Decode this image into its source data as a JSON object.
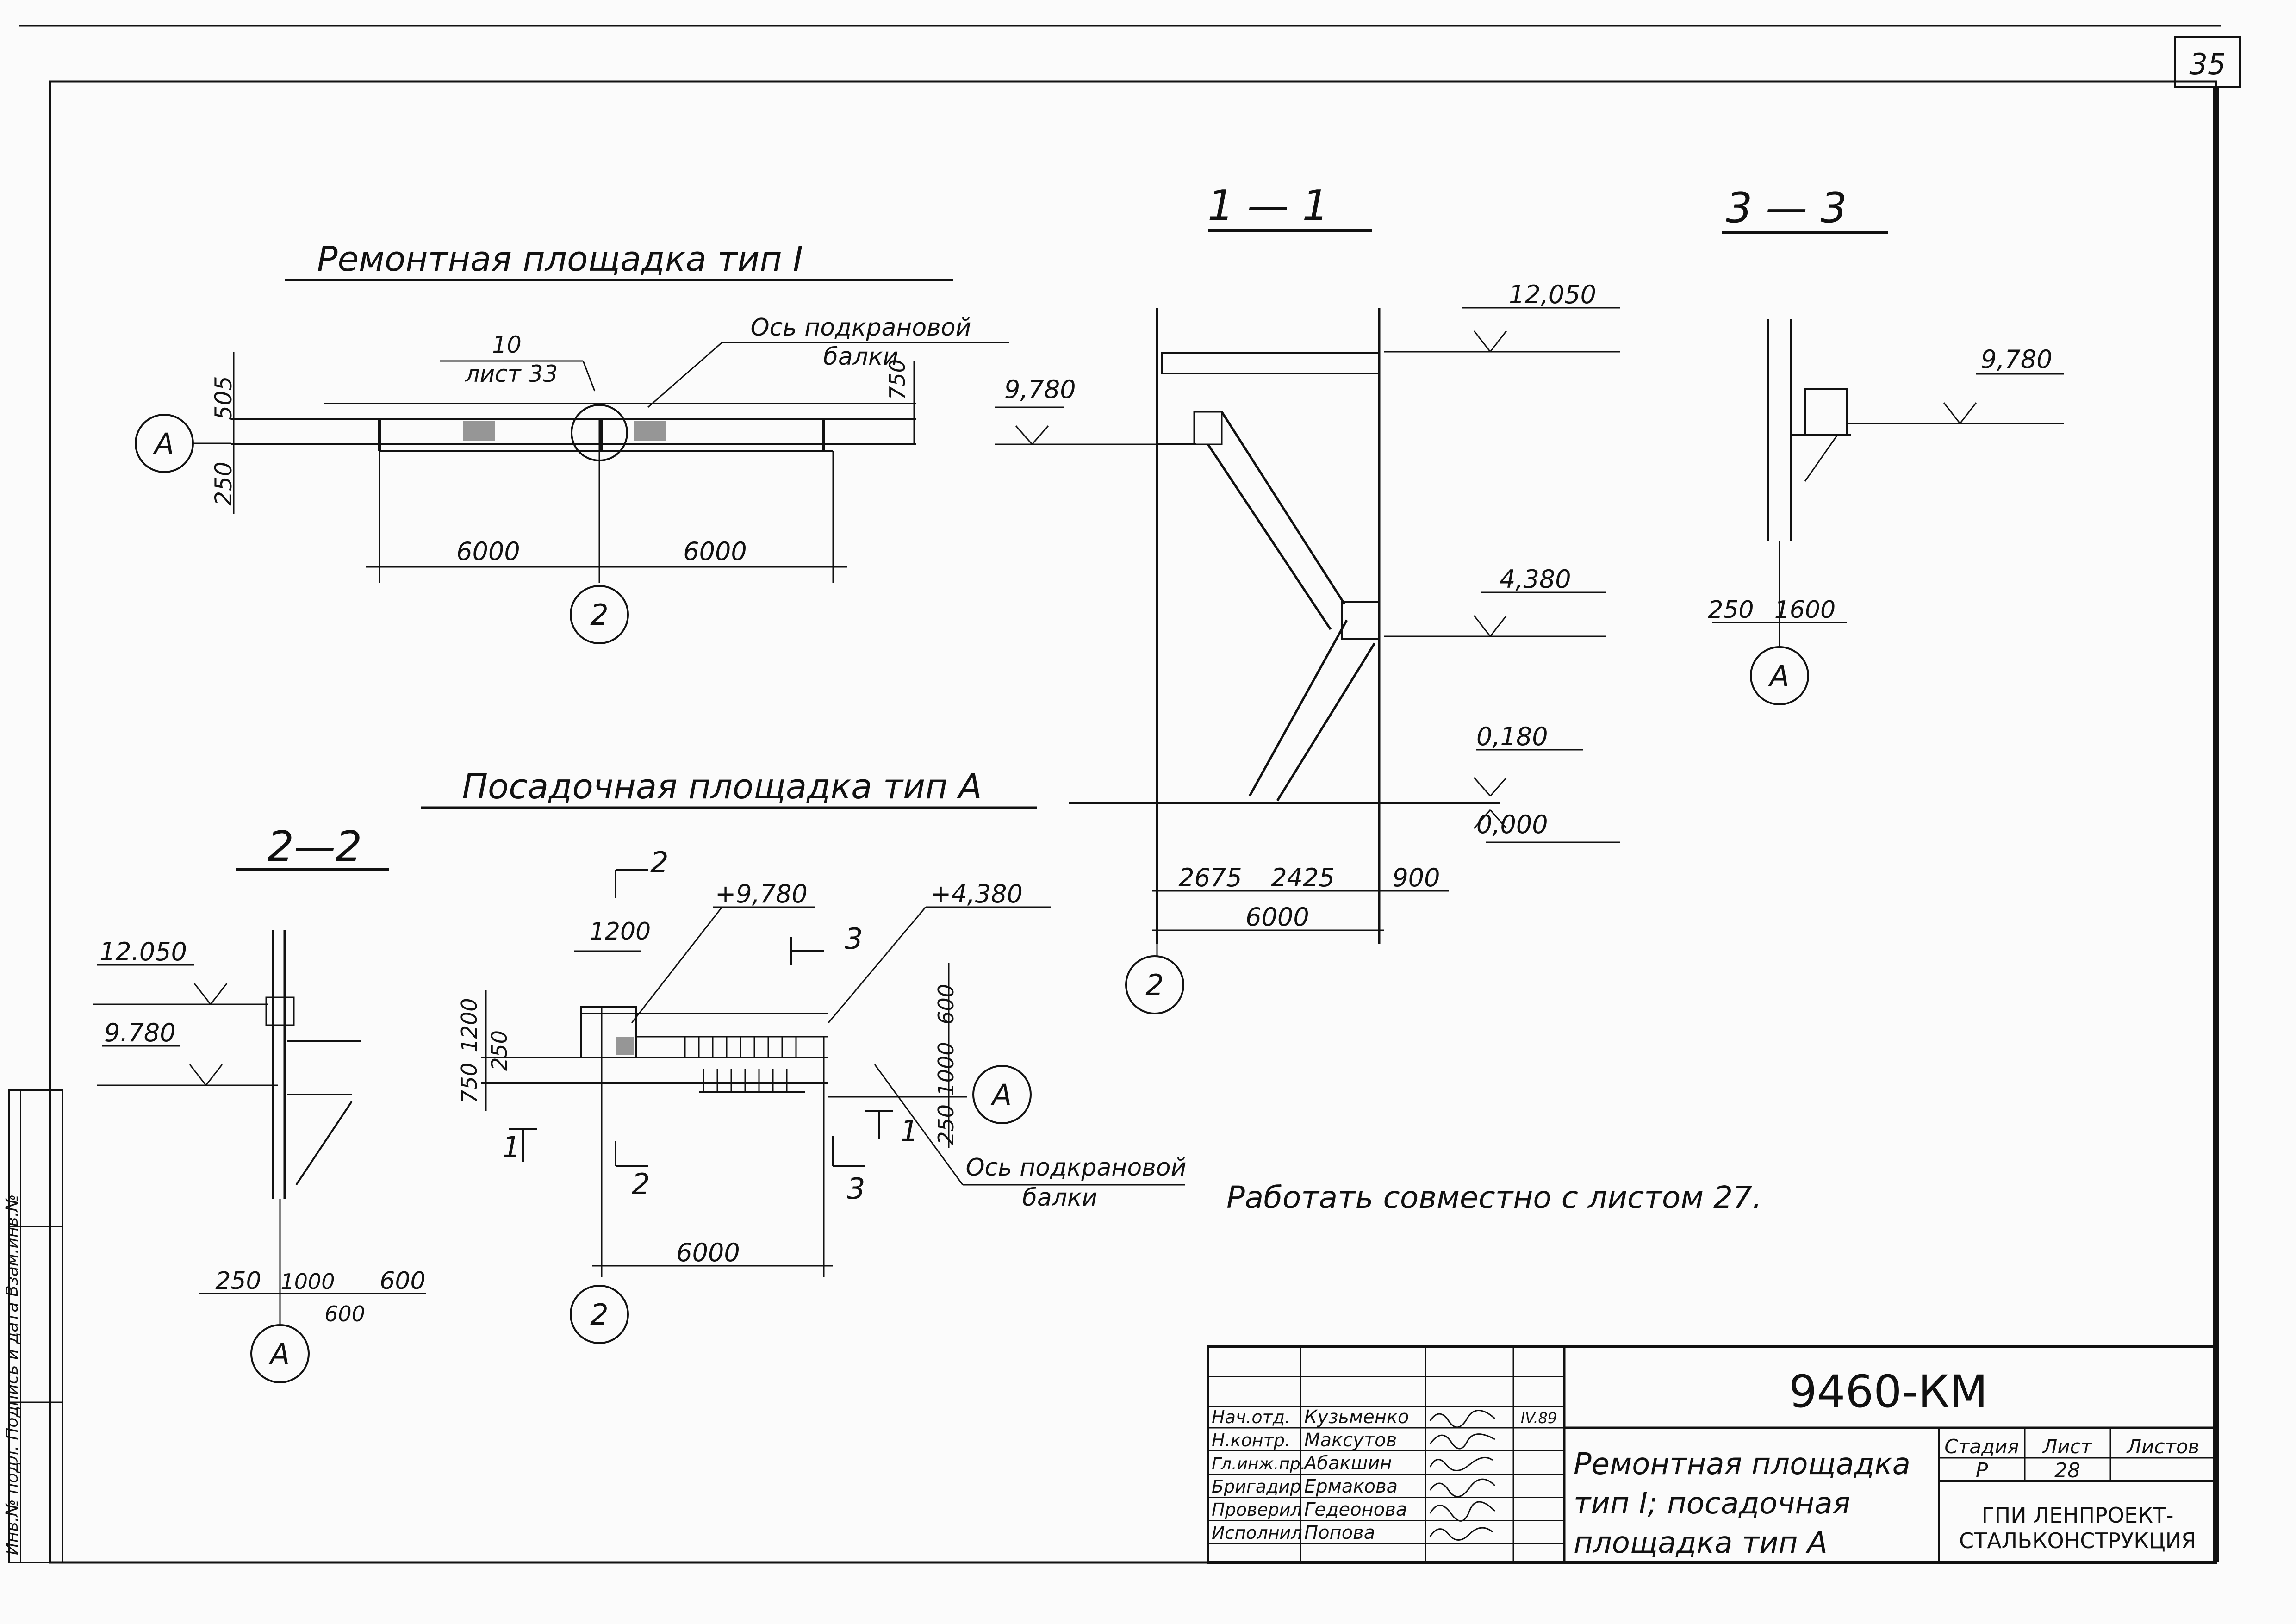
{
  "sheet_number_top": "35",
  "views": {
    "repair_platform": {
      "title": "Ремонтная площадка тип I",
      "ref_number": "10",
      "ref_sheet": "лист 33",
      "crane_beam_axis": [
        "Ось подкрановой",
        "балки"
      ],
      "dims": [
        "505",
        "250",
        "750",
        "6000",
        "6000"
      ],
      "axis_a": "A",
      "axis_2": "2"
    },
    "section_1_1": {
      "title": "1 — 1",
      "levels": [
        "12,050",
        "9,780",
        "4,380",
        "0,180",
        "0,000"
      ],
      "dims": [
        "2675",
        "2425",
        "900",
        "6000"
      ],
      "axis_2": "2"
    },
    "section_3_3": {
      "title": "3 — 3",
      "level": "9,780",
      "dims": [
        "250",
        "1600"
      ],
      "axis_a": "A"
    },
    "landing_platform": {
      "title": "Посадочная площадка тип А",
      "levels": [
        "+9,780",
        "+4,380"
      ],
      "dims_top": "1200",
      "dims_left": [
        "1200",
        "250",
        "750"
      ],
      "dims_right": [
        "600",
        "1000",
        "250"
      ],
      "dim_bottom": "6000",
      "cut_marks": [
        "2",
        "2",
        "3",
        "3",
        "1",
        "1"
      ],
      "crane_beam_axis": [
        "Ось подкрановой",
        "балки"
      ],
      "axis_a": "A",
      "axis_2": "2"
    },
    "section_2_2": {
      "title": "2—2",
      "levels": [
        "12.050",
        "9.780"
      ],
      "dims": [
        "250",
        "1000",
        "600",
        "600"
      ],
      "axis_a": "A"
    }
  },
  "note": "Работать совместно с листом 27.",
  "title_block": {
    "doc_code": "9460-КМ",
    "title_lines": [
      "Ремонтная площадка",
      "тип I; посадочная",
      "площадка тип А"
    ],
    "stage_label": "Стадия",
    "sheet_label": "Лист",
    "sheets_label": "Листов",
    "stage": "Р",
    "sheet": "28",
    "sheets": "",
    "org_lines": [
      "ГПИ ЛЕНПРОЕКТ-",
      "СТАЛЬКОНСТРУКЦИЯ"
    ],
    "date": "IV.89",
    "staff": [
      {
        "role": "Нач.отд.",
        "name": "Кузьменко"
      },
      {
        "role": "Н.контр.",
        "name": "Максутов"
      },
      {
        "role": "Гл.инж.пр.",
        "name": "Абакшин"
      },
      {
        "role": "Бригадир",
        "name": "Ермакова"
      },
      {
        "role": "Проверил",
        "name": "Гедеонова"
      },
      {
        "role": "Исполнил",
        "name": "Попова"
      }
    ]
  },
  "side_stamp": "Инв.№ подл.   Подпись и дата   Взам.инв.№"
}
